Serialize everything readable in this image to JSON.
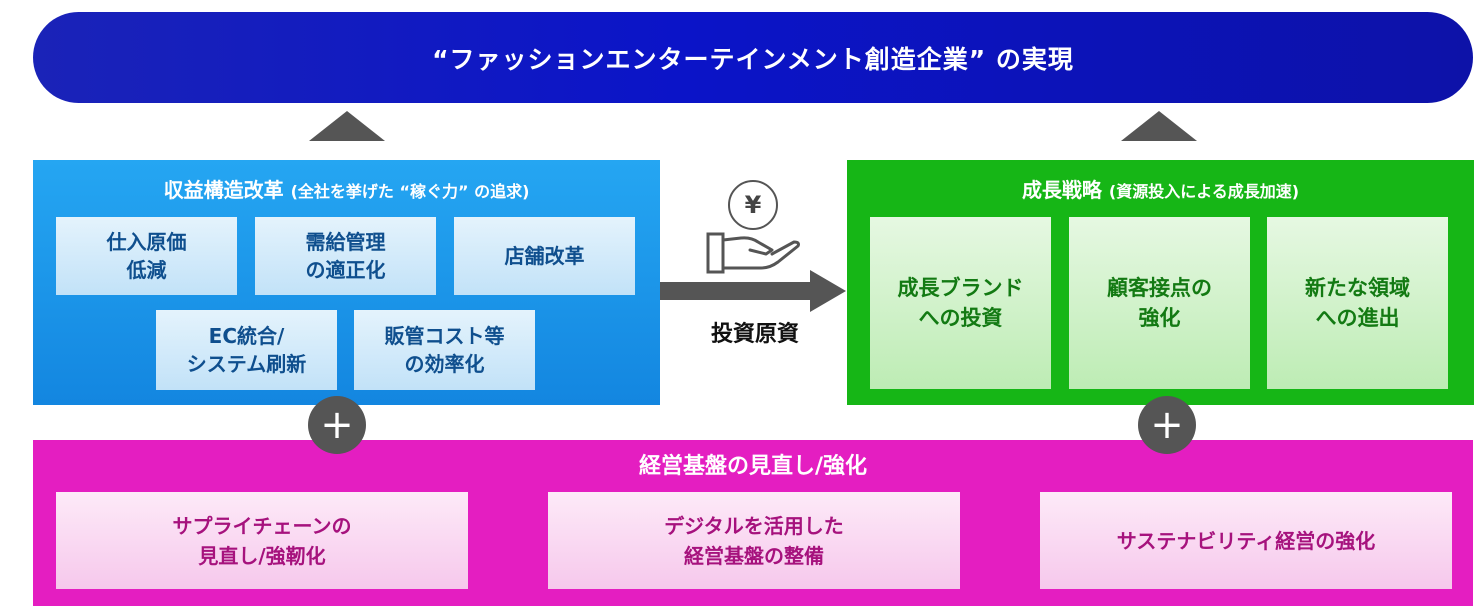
{
  "vision": {
    "title": "“ファッションエンターテインメント創造企業” の実現"
  },
  "profit_reform": {
    "title": "収益構造改革",
    "subtitle": "(全社を挙げた “稼ぐ力” の追求)",
    "items": [
      [
        "仕入原価",
        "低減"
      ],
      [
        "需給管理",
        "の適正化"
      ],
      [
        "店舗改革"
      ],
      [
        "EC統合/",
        "システム刷新"
      ],
      [
        "販管コスト等",
        "の効率化"
      ]
    ]
  },
  "investment": {
    "coin_symbol": "¥",
    "label": "投資原資"
  },
  "growth_strategy": {
    "title": "成長戦略",
    "subtitle": "(資源投入による成長加速)",
    "items": [
      [
        "成長ブランド",
        "への投資"
      ],
      [
        "顧客接点の",
        "強化"
      ],
      [
        "新たな領域",
        "への進出"
      ]
    ]
  },
  "plus_symbol": "+",
  "foundation": {
    "title": "経営基盤の見直し/強化",
    "items": [
      [
        "サプライチェーンの",
        "見直し/強靭化"
      ],
      [
        "デジタルを活用した",
        "経営基盤の整備"
      ],
      [
        "サステナビリティ経営の強化"
      ]
    ]
  },
  "colors": {
    "vision": "#0b14c8",
    "profit_reform": "#1a94e8",
    "growth_strategy": "#16b616",
    "foundation": "#e41ec1",
    "arrow": "#555555"
  }
}
